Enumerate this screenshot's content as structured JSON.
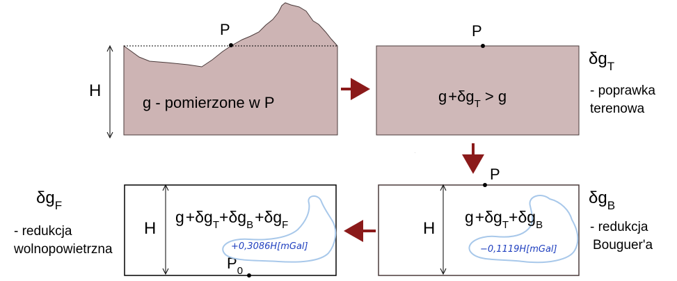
{
  "colors": {
    "terrain": "#cdb4b4",
    "slab": "#cfb8b8",
    "arrow": "#8b1a1a",
    "annotation": "#1f3fbf",
    "cloud": "#a8c8ea"
  },
  "panel1": {
    "height_label": "H",
    "point_label": "P",
    "text": "g - pomierzone w P"
  },
  "panel2": {
    "point_label": "P",
    "f_g": "g",
    "f_plus": "+",
    "f_delta": "δ",
    "f_g2": "g",
    "f_sub": "T",
    "f_rest": " > g",
    "side_symbol": "δg",
    "side_sub": "T",
    "side_line1": "- poprawka",
    "side_line2": "terenowa"
  },
  "panel3": {
    "point_label": "P",
    "height_label": "H",
    "t1": "g",
    "t2": "+",
    "t3": "δg",
    "s1": "T",
    "t4": "+",
    "t5": "δg",
    "s2": "B",
    "annotation": "−0,1119H[mGal]",
    "side_symbol": "δg",
    "side_sub": "B",
    "side_line1": "- redukcja",
    "side_line2": "Bouguer'a"
  },
  "panel4": {
    "height_label": "H",
    "point_label": "P",
    "point_sub": "0",
    "t1": "g",
    "t2": "+",
    "t3": "δg",
    "s1": "T",
    "t4": "+",
    "t5": "δg",
    "s2": "B",
    "t6": "+",
    "t7": "δg",
    "s3": "F",
    "annotation": "+0,3086H[mGal]",
    "side_symbol": "δg",
    "side_sub": "F",
    "side_line1": "- redukcja",
    "side_line2": "wolnopowietrzna"
  }
}
